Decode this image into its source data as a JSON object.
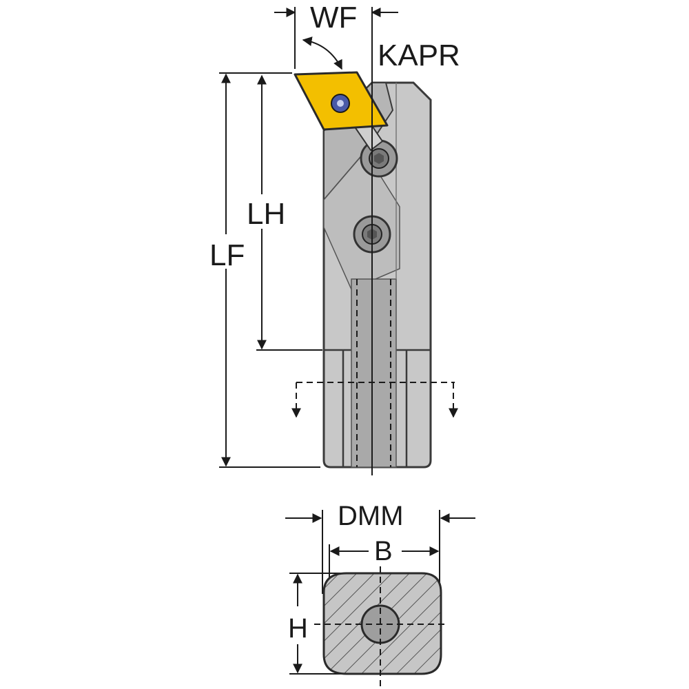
{
  "labels": {
    "wf": "WF",
    "kapr": "KAPR",
    "lh": "LH",
    "lf": "LF",
    "dmm": "DMM",
    "b": "B",
    "h": "H"
  },
  "colors": {
    "body": "#c8c8c8",
    "body_dark": "#a9a9a9",
    "insert": "#f3bf00",
    "screw": "#4a5aa8",
    "section_fill": "#c6c6c6",
    "line": "#1a1a1a"
  }
}
